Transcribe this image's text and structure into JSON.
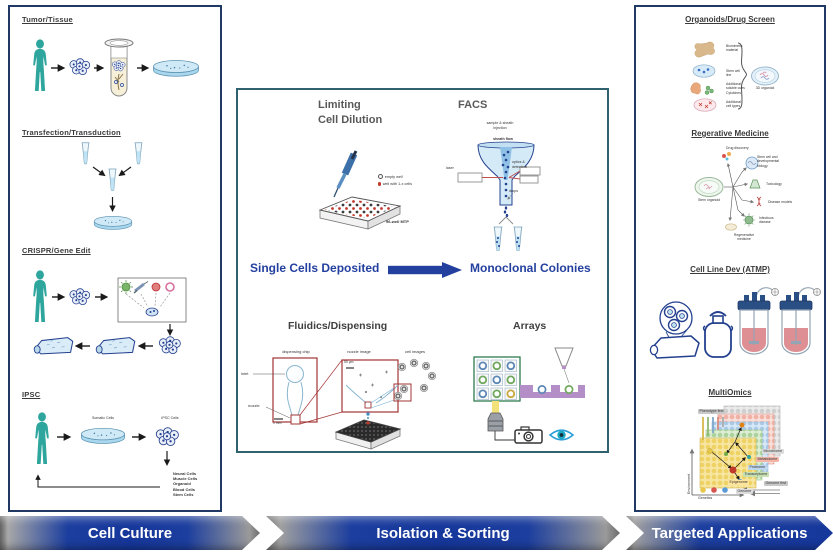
{
  "banner": {
    "segments": [
      "Cell Culture",
      "Isolation & Sorting",
      "Targeted Applications"
    ]
  },
  "cell_culture": {
    "tumor_title": "Tumor/Tissue",
    "transfection_title": "Transfection/Transduction",
    "crispr_title": "CRISPR/Gene Edit",
    "ipsc_title": "IPSC",
    "ipsc_somatic_label": "Somatic Cells",
    "ipsc_cells_label": "iPSC Cells",
    "ipsc_derived": "Neural Cells\nMuscle Cells\nOrganoid\nBlood Cells\nStem Cells"
  },
  "isolation": {
    "limiting_title": "Limiting\nCell Dilution",
    "legend_empty": "empty well",
    "legend_filled": "well with 1-x cells",
    "plate_label": "96-well MTP",
    "facs_title": "FACS",
    "facs_injection": "sample & sheath\ninjection",
    "facs_sheath": "sheath flow",
    "facs_laser": "laser",
    "facs_detectors": "optics &\ndetectors",
    "facs_drops": "drops",
    "flow_left": "Single Cells Deposited",
    "flow_right": "Monoclonal Colonies",
    "fluidics_title": "Fluidics/Dispensing",
    "chip_label": "dispensing chip",
    "nozzle_image_label": "nozzle image",
    "cell_images_label": "cell images",
    "inlet_label": "inlet",
    "nozzle_label": "nozzle",
    "scale_chip": "1 mm",
    "scale_nozzle": "50 µm",
    "arrays_title": "Arrays"
  },
  "applications": {
    "organoids_title": "Organoids/Drug Screen",
    "organoid_item1": "Biomimetic\nmaterial",
    "organoid_item2": "Stem cell\nline",
    "organoid_item3": "Additional\nsoluble cues\nCytokines",
    "organoid_item4": "Additional\ncell types",
    "organoid_result": "3D organoid",
    "regen_title": "Regerative Medicine",
    "regen_center": "Stem organoid",
    "regen_b1": "Drug discovery",
    "regen_b2": "Stem cell and\ndevelopmental\nbiology",
    "regen_b3": "Toxicology",
    "regen_b4": "Disease models",
    "regen_b5": "Infectious\ndisease",
    "regen_b6": "Regenerative\nmedicine",
    "cld_title": "Cell Line Dev (ATMP)",
    "multiomics_title": "MultiOmics",
    "mo_phenotype_first": "Phenotype first",
    "mo_genome_first": "Genome first",
    "mo_microbiome": "Microbiome",
    "mo_metabolome": "Metabolome",
    "mo_proteome": "Proteome",
    "mo_transcriptome": "Transcriptome",
    "mo_epigenome": "Epigenome",
    "mo_genome": "Genome",
    "mo_x_label": "Genetics",
    "mo_y_label": "Environment"
  },
  "colors": {
    "accent_blue": "#1c3e9e",
    "flow_blue": "#24409f",
    "person_teal": "#2fa69d",
    "panel_border": "#1f3864",
    "mid_border": "#2f616f"
  }
}
